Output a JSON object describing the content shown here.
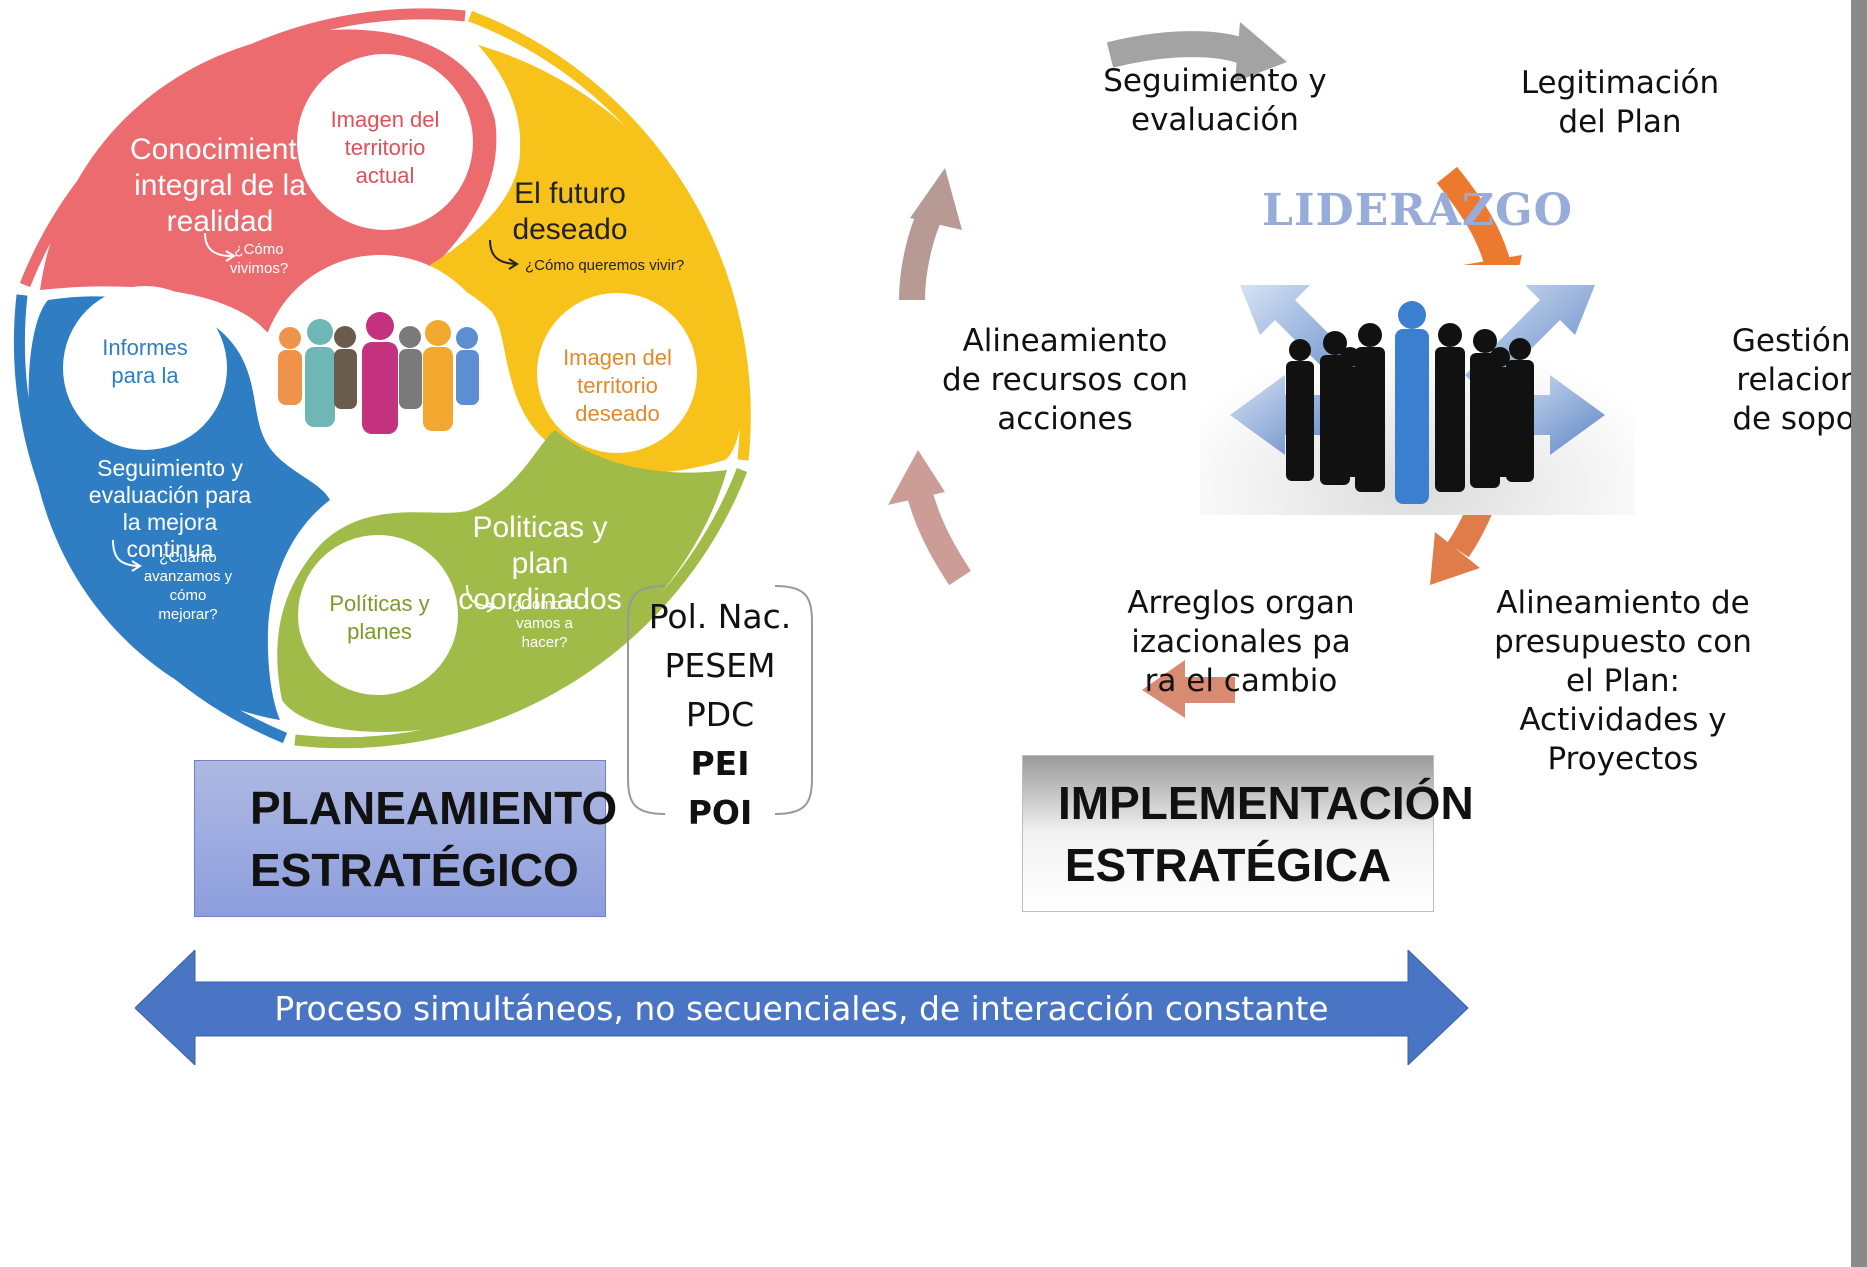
{
  "planning_circle": {
    "petals": [
      {
        "title": "Conocimiento integral de la realidad",
        "question": "¿Cómo vivimos?",
        "inner": "Imagen del territorio actual",
        "color": "#ec6b6f"
      },
      {
        "title": "El futuro deseado",
        "question": "¿Cómo queremos vivir?",
        "inner": "Imagen del territorio deseado",
        "color": "#f7c21a"
      },
      {
        "title": "Politicas y plan coordinados",
        "question": "¿Cómo lo vamos a hacer?",
        "inner": "Políticas y planes",
        "color": "#a0bb47"
      },
      {
        "title": "Seguimiento y evaluación para la mejora continua",
        "question": "¿Cuánto avanzamos y cómo mejorar?",
        "inner": "Informes para la mejora continua",
        "color": "#2f7ec3"
      }
    ]
  },
  "planning_box": {
    "label": "PLANEAMIENTO ESTRATÉGICO"
  },
  "policy_list": {
    "items": [
      "Pol. Nac.",
      "PESEM",
      "PDC",
      "PEI",
      "POI"
    ]
  },
  "cycle": {
    "center_title": "LIDERAZGO",
    "nodes": [
      {
        "label": "Seguimiento y evaluación"
      },
      {
        "label": "Legitimación del Plan"
      },
      {
        "label": "Gestión de relaciones de soporte"
      },
      {
        "label": "Alineamiento de presupuesto con el Plan: Actividades y Proyectos"
      },
      {
        "label": "Arreglos organizacionales para el cambio"
      },
      {
        "label": "Alineamiento de recursos con acciones"
      }
    ]
  },
  "implementation_box": {
    "label": "IMPLEMENTACIÓN ESTRATÉGICA"
  },
  "bottom_arrow": {
    "label": "Proceso simultáneos, no secuenciales,  de interacción constante"
  }
}
